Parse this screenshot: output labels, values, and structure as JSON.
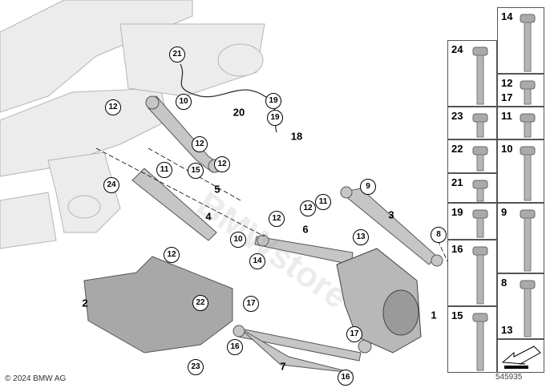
{
  "copyright": "© 2024 BMW AG",
  "diagram_number": "545935",
  "watermark": "BMWstore",
  "colors": {
    "part_fill": "#c8c8c8",
    "part_dark": "#8a8a8a",
    "subframe_fill": "#ededed",
    "line": "#000000"
  },
  "callouts": [
    "21",
    "12",
    "10",
    "19",
    "19",
    "12",
    "15",
    "12",
    "24",
    "11",
    "9",
    "11",
    "12",
    "12",
    "13",
    "8",
    "10",
    "12",
    "14",
    "22",
    "17",
    "17",
    "16",
    "16",
    "23"
  ],
  "plain_labels": [
    "20",
    "18",
    "5",
    "4",
    "3",
    "6",
    "1",
    "2",
    "7"
  ],
  "fastener_panel": [
    {
      "label": "14",
      "label2": ""
    },
    {
      "label": "12",
      "label2": "17"
    },
    {
      "label": "11",
      "label2": ""
    },
    {
      "label": "10",
      "label2": ""
    },
    {
      "label": "9",
      "label2": ""
    },
    {
      "label": "8",
      "label2": "13"
    },
    {
      "label": "",
      "label2": "",
      "icon": "arrow-icon"
    },
    {
      "label": "24",
      "label2": ""
    },
    {
      "label": "23",
      "label2": ""
    },
    {
      "label": "22",
      "label2": ""
    },
    {
      "label": "21",
      "label2": ""
    },
    {
      "label": "19",
      "label2": ""
    },
    {
      "label": "16",
      "label2": ""
    },
    {
      "label": "15",
      "label2": ""
    }
  ]
}
